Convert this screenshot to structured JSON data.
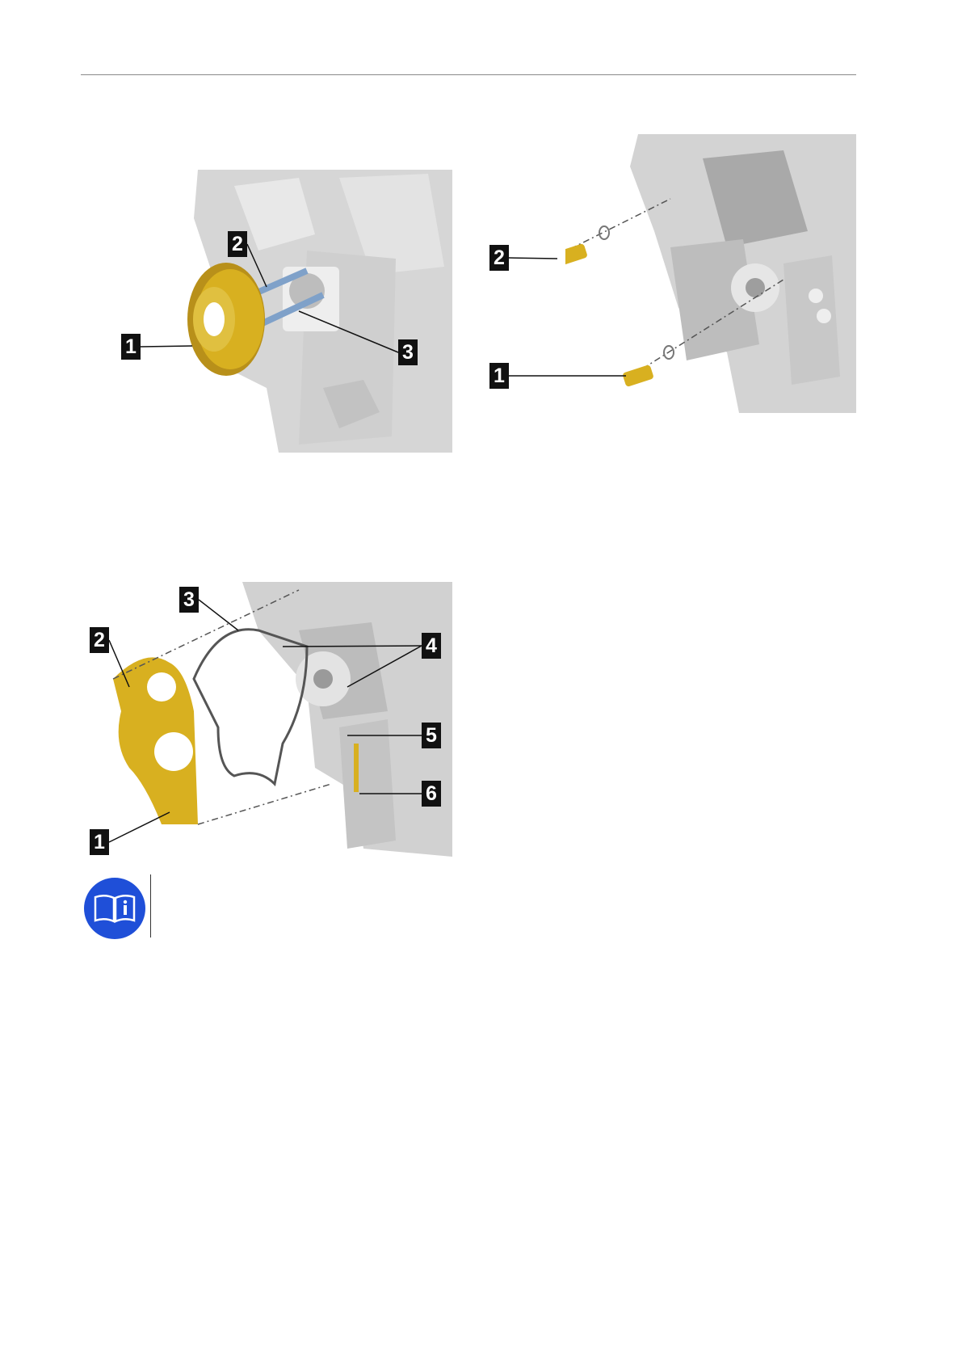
{
  "figures": {
    "gear_assembly": {
      "callouts": [
        "1",
        "2",
        "3"
      ]
    },
    "sensor_assembly": {
      "callouts": [
        "1",
        "2"
      ]
    },
    "cover_assembly": {
      "callouts": [
        "1",
        "2",
        "3",
        "4",
        "5",
        "6"
      ]
    }
  },
  "note": {
    "icon": "book-info-icon",
    "color": "#1f4fd8"
  },
  "colors": {
    "part_gold": "#d8b020",
    "engine_grey": "#d4d4d4",
    "callout_bg": "#111111"
  }
}
